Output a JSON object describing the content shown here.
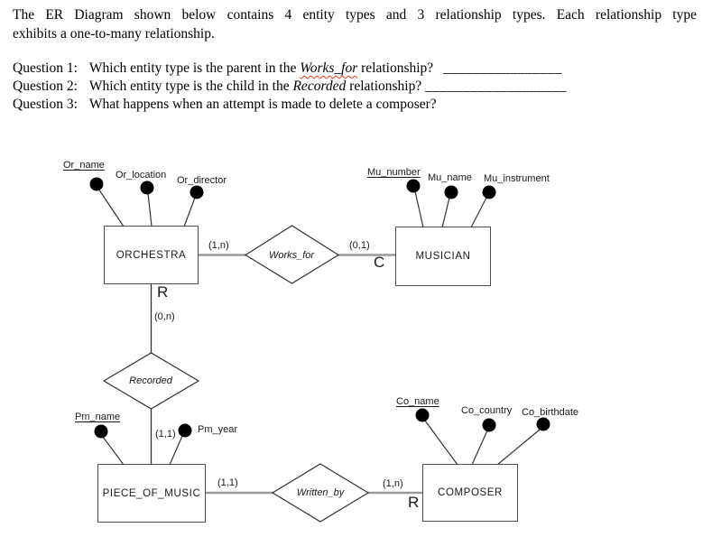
{
  "intro": {
    "line1": "The ER Diagram shown below contains 4 entity types and 3 relationship types.  Each relationship type",
    "line2": "exhibits a one-to-many relationship."
  },
  "questions": [
    {
      "label": "Question 1:",
      "pre": "Which entity type is the parent in the ",
      "term": "Works_for",
      "post": " relationship?",
      "blank": "________________"
    },
    {
      "label": "Question 2:",
      "pre": "Which entity type is the child in the ",
      "term": "Recorded",
      "post": " relationship?",
      "blank": "___________________"
    },
    {
      "label": "Question 3:",
      "pre": "What happens when an attempt is made to delete a composer?",
      "term": "",
      "post": "",
      "blank": ""
    }
  ],
  "diagram": {
    "entities": {
      "orchestra": {
        "label": "ORCHESTRA"
      },
      "musician": {
        "label": "MUSICIAN"
      },
      "piece_of_music": {
        "label": "PIECE_OF_MUSIC"
      },
      "composer": {
        "label": "COMPOSER"
      }
    },
    "relationships": {
      "works_for": {
        "label": "Works_for",
        "left_cardinality": "(1,n)",
        "right_cardinality": "(0,1)",
        "child_marker": "C"
      },
      "recorded": {
        "label": "Recorded",
        "parent_marker": "R",
        "parent_cardinality": "(0,n)",
        "child_cardinality": "(1,1)"
      },
      "written_by": {
        "label": "Written_by",
        "left_cardinality": "(1,1)",
        "right_cardinality": "(1,n)",
        "parent_marker": "R"
      }
    },
    "attributes": {
      "or_name": "Or_name",
      "or_location": "Or_location",
      "or_director": "Or_director",
      "mu_number": "Mu_number",
      "mu_name": "Mu_name",
      "mu_instrument": "Mu_instrument",
      "pm_name": "Pm_name",
      "pm_year": "Pm_year",
      "co_name": "Co_name",
      "co_country": "Co_country",
      "co_birthdate": "Co_birthdate"
    },
    "colors": {
      "connector_gray": "#999999",
      "line_black": "#333333",
      "spellcheck_red": "#e03020"
    }
  }
}
